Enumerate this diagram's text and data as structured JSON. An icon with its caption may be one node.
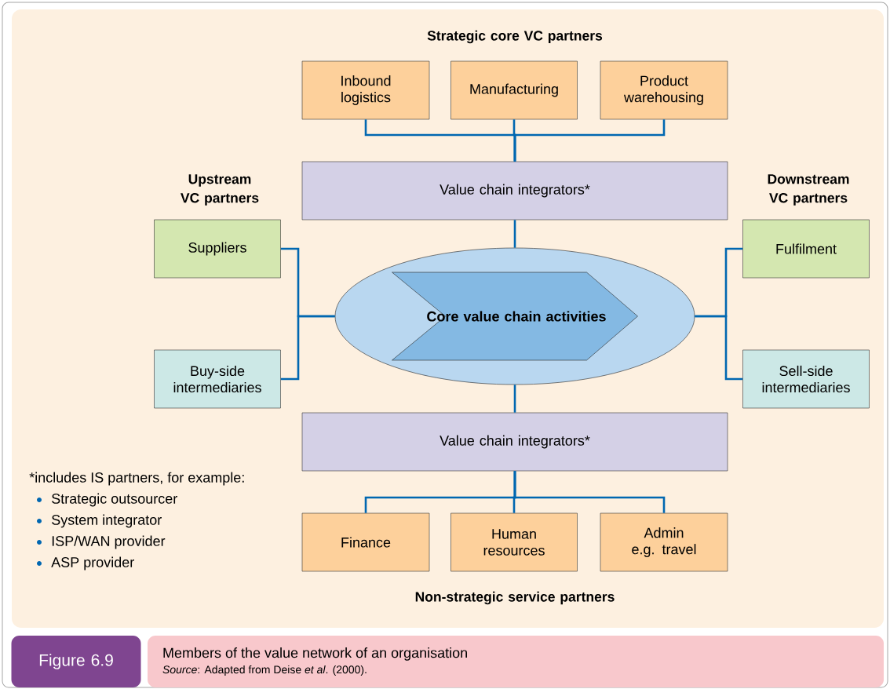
{
  "diagram": {
    "nodes": [
      {
        "text": [
          "Inbound logistics"
        ]
      },
      {
        "text": [
          "Manufacturing"
        ]
      },
      {
        "text": [
          "Product warehousing"
        ]
      },
      {
        "text": [
          "Value chain integrators*"
        ]
      },
      {
        "text": [
          "Suppliers"
        ]
      },
      {
        "text": [
          "Buy-side intermediaries"
        ]
      },
      {
        "text": [],
        "shape": "ellipse"
      },
      {
        "text": [
          "Core value chain activities"
        ],
        "in": 6
      },
      {
        "text": [
          "Fulfilment"
        ]
      },
      {
        "text": [
          "Sell-side intermediaries"
        ]
      },
      {
        "text": [
          "Value chain integrators*"
        ]
      },
      {
        "text": [
          "Finance"
        ]
      },
      {
        "text": [
          "Human resources"
        ]
      },
      {
        "text": [
          "Admin e.g. travel"
        ]
      },
      {
        "text": [
          "Figure 6.9"
        ]
      },
      {
        "text": [
          "Members of the value network of an organisation",
          "*Source*: Adapted from Deise *et al*. (2000)."
        ]
      }
    ],
    "edges": [
      {
        "from": 0,
        "to": 3,
        "arrow": "none"
      },
      {
        "from": 1,
        "to": 3,
        "arrow": "none"
      },
      {
        "from": 2,
        "to": 3,
        "arrow": "none"
      },
      {
        "from": 3,
        "to": 6,
        "arrow": "none"
      },
      {
        "from": 4,
        "to": 6,
        "arrow": "none"
      },
      {
        "from": 5,
        "to": 6,
        "arrow": "none"
      },
      {
        "from": 8,
        "to": 6,
        "arrow": "none"
      },
      {
        "from": 9,
        "to": 6,
        "arrow": "none"
      },
      {
        "from": 6,
        "to": 10,
        "arrow": "none"
      },
      {
        "from": 10,
        "to": 11,
        "arrow": "none"
      },
      {
        "from": 10,
        "to": 12,
        "arrow": "none"
      },
      {
        "from": 10,
        "to": 13,
        "arrow": "none"
      }
    ],
    "labels": [
      "Strategic core VC partners",
      "Upstream VC partners",
      "Downstream VC partners",
      "*includes IS partners, for example:",
      "Strategic outsourcer",
      "System integrator",
      "ISP/WAN provider",
      "ASP provider",
      "Non-strategic service partners"
    ]
  }
}
